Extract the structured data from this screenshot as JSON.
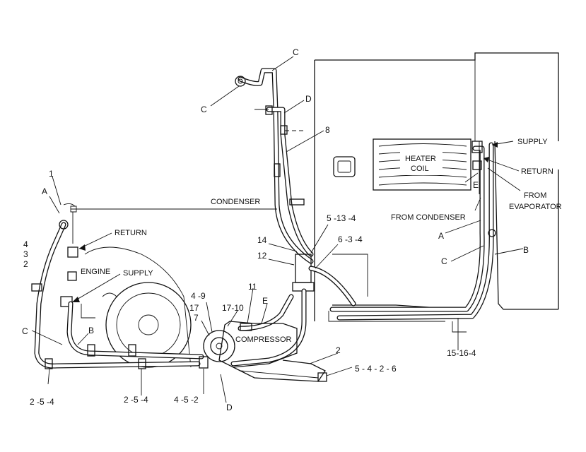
{
  "labels": {
    "condenser": "CONDENSER",
    "return_left": "RETURN",
    "engine": "ENGINE",
    "supply_left": "SUPPLY",
    "compressor": "COMPRESSOR",
    "heater_coil_line1": "HEATER",
    "heater_coil_line2": "COIL",
    "supply_right": "SUPPLY",
    "return_right": "RETURN",
    "from_evaporator_line1": "FROM",
    "from_evaporator_line2": "EVAPORATOR",
    "from_condenser": "FROM CONDENSER"
  },
  "callouts": {
    "c_top": "C",
    "c_upper_left": "C",
    "d_top": "D",
    "n8": "8",
    "n1": "1",
    "a_left": "A",
    "n4": "4",
    "n3": "3",
    "n2_left": "2",
    "c_left": "C",
    "b_left": "B",
    "n2_5_4_left": "2 -5 -4",
    "n2_5_4_mid": "2 -5 -4",
    "n4_5_2": "4 -5 -2",
    "d_bottom": "D",
    "n4_9": "4 -9",
    "n17": "17",
    "n7": "7",
    "n17_10": "17-10",
    "n11": "11",
    "e_mid": "E",
    "n14": "14",
    "n12": "12",
    "n5_13_4": "5 -13 -4",
    "n6_3_4": "6 -3 -4",
    "n2_bottom": "2",
    "n5_4_2_6": "5 - 4 - 2 - 6",
    "n15_16_4": "15-16-4",
    "e_right": "E",
    "a_right": "A",
    "c_right": "C",
    "b_right": "B"
  }
}
